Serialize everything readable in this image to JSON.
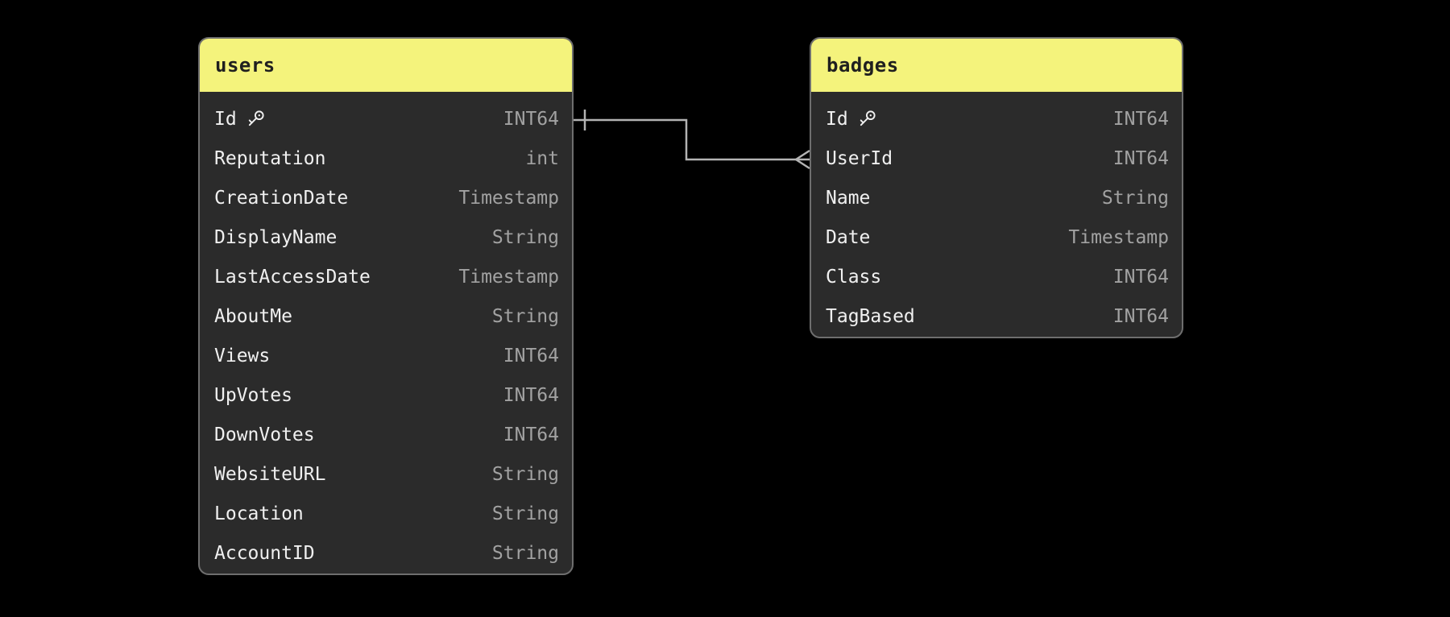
{
  "diagram": {
    "background_color": "#000000",
    "table_header_color": "#f4f37c",
    "table_body_color": "#2b2b2b",
    "table_border_color": "#6e6e6e",
    "field_name_color": "#f0f0f0",
    "field_type_color": "#a2a2a2",
    "connector_color": "#b3b3b3"
  },
  "tables": [
    {
      "name": "users",
      "fields": [
        {
          "name": "Id",
          "type": "INT64",
          "primary_key": true
        },
        {
          "name": "Reputation",
          "type": "int"
        },
        {
          "name": "CreationDate",
          "type": "Timestamp"
        },
        {
          "name": "DisplayName",
          "type": "String"
        },
        {
          "name": "LastAccessDate",
          "type": "Timestamp"
        },
        {
          "name": "AboutMe",
          "type": "String"
        },
        {
          "name": "Views",
          "type": "INT64"
        },
        {
          "name": "UpVotes",
          "type": "INT64"
        },
        {
          "name": "DownVotes",
          "type": "INT64"
        },
        {
          "name": "WebsiteURL",
          "type": "String"
        },
        {
          "name": "Location",
          "type": "String"
        },
        {
          "name": "AccountID",
          "type": "String"
        }
      ]
    },
    {
      "name": "badges",
      "fields": [
        {
          "name": "Id",
          "type": "INT64",
          "primary_key": true
        },
        {
          "name": "UserId",
          "type": "INT64"
        },
        {
          "name": "Name",
          "type": "String"
        },
        {
          "name": "Date",
          "type": "Timestamp"
        },
        {
          "name": "Class",
          "type": "INT64"
        },
        {
          "name": "TagBased",
          "type": "INT64"
        }
      ]
    }
  ],
  "relationships": [
    {
      "from_table": "users",
      "from_field": "Id",
      "to_table": "badges",
      "to_field": "UserId",
      "cardinality": "one-to-many"
    }
  ]
}
